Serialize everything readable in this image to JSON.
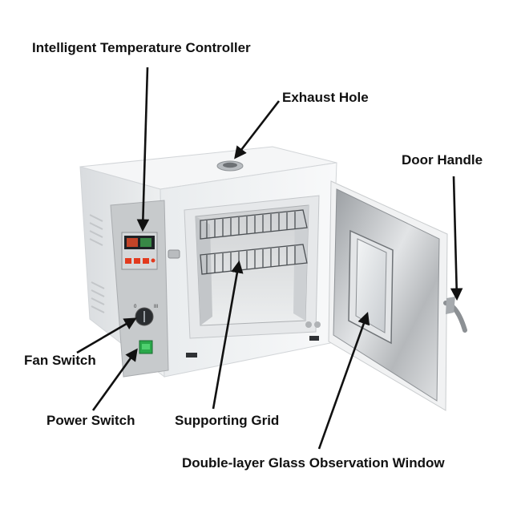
{
  "labels": {
    "controller": "Intelligent Temperature Controller",
    "exhaust": "Exhaust Hole",
    "door_handle": "Door Handle",
    "fan_switch": "Fan Switch",
    "power_switch": "Power Switch",
    "grid": "Supporting Grid",
    "glass_window": "Double-layer Glass Observation Window"
  },
  "colors": {
    "body": "#f3f3f3",
    "panel": "#c9ccce",
    "interior": "#d8d8d8",
    "led_red": "#e23a1e",
    "power_green": "#2aa84a",
    "arrow": "#111111"
  }
}
